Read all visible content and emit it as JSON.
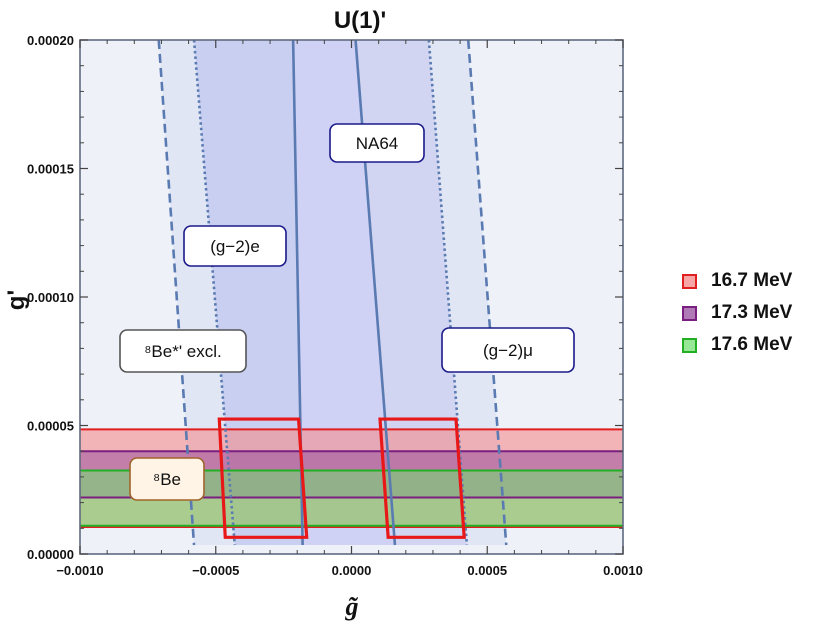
{
  "chart_data": {
    "type": "area",
    "title": "U(1)'",
    "xlabel": "g̃",
    "ylabel": "g'",
    "xlim": [
      -0.001,
      0.001
    ],
    "ylim": [
      0,
      0.0002
    ],
    "x_ticks": [
      "−0.0010",
      "−0.0005",
      "0.0000",
      "0.0005",
      "0.0010"
    ],
    "y_ticks": [
      "0.00000",
      "0.00005",
      "0.00010",
      "0.00015",
      "0.00020"
    ],
    "grid": false,
    "legend_position": "right",
    "series": [
      {
        "name": "16.7 MeV",
        "color": "#e02020",
        "g_prime_range": [
          1.05e-05,
          4.85e-05
        ]
      },
      {
        "name": "17.3 MeV",
        "color": "#7a1f80",
        "g_prime_range": [
          2.2e-05,
          4e-05
        ]
      },
      {
        "name": "17.6 MeV",
        "color": "#22b022",
        "g_prime_range": [
          1.1e-05,
          3.25e-05
        ]
      }
    ],
    "constraints": [
      {
        "label": "NA64",
        "left_boundary": [
          [
            -0.000215,
            0.0002
          ],
          [
            -0.00018,
            3.5e-06
          ]
        ],
        "right_boundary": [
          [
            1.5e-05,
            0.0002
          ],
          [
            0.00016,
            3.5e-06
          ]
        ]
      },
      {
        "label": "(g−2)e",
        "dashed": [
          [
            -0.00071,
            0.0002
          ],
          [
            -0.00058,
            3.5e-06
          ]
        ],
        "dotted": [
          [
            -0.00058,
            0.0002
          ],
          [
            -0.00043,
            3.5e-06
          ]
        ]
      },
      {
        "label": "(g−2)μ",
        "dotted": [
          [
            0.000285,
            0.0002
          ],
          [
            0.000425,
            3.5e-06
          ]
        ],
        "dashed": [
          [
            0.00043,
            0.0002
          ],
          [
            0.00057,
            3.5e-06
          ]
        ]
      },
      {
        "label": "⁸Be*' excl."
      },
      {
        "label": "⁸Be"
      }
    ],
    "allowed_regions": [
      {
        "corners": [
          [
            -0.000487,
            5.25e-05
          ],
          [
            -0.000195,
            5.25e-05
          ],
          [
            -0.000165,
            6.5e-06
          ],
          [
            -0.000465,
            6.5e-06
          ]
        ]
      },
      {
        "corners": [
          [
            0.000105,
            5.25e-05
          ],
          [
            0.000385,
            5.25e-05
          ],
          [
            0.000415,
            6.5e-06
          ],
          [
            0.000135,
            6.5e-06
          ]
        ]
      }
    ],
    "labels": {
      "na64": "NA64",
      "g2e": "(g−2)e",
      "g2mu": "(g−2)μ",
      "be8_excl": "⁸Be*' excl.",
      "be8": "⁸Be"
    }
  }
}
